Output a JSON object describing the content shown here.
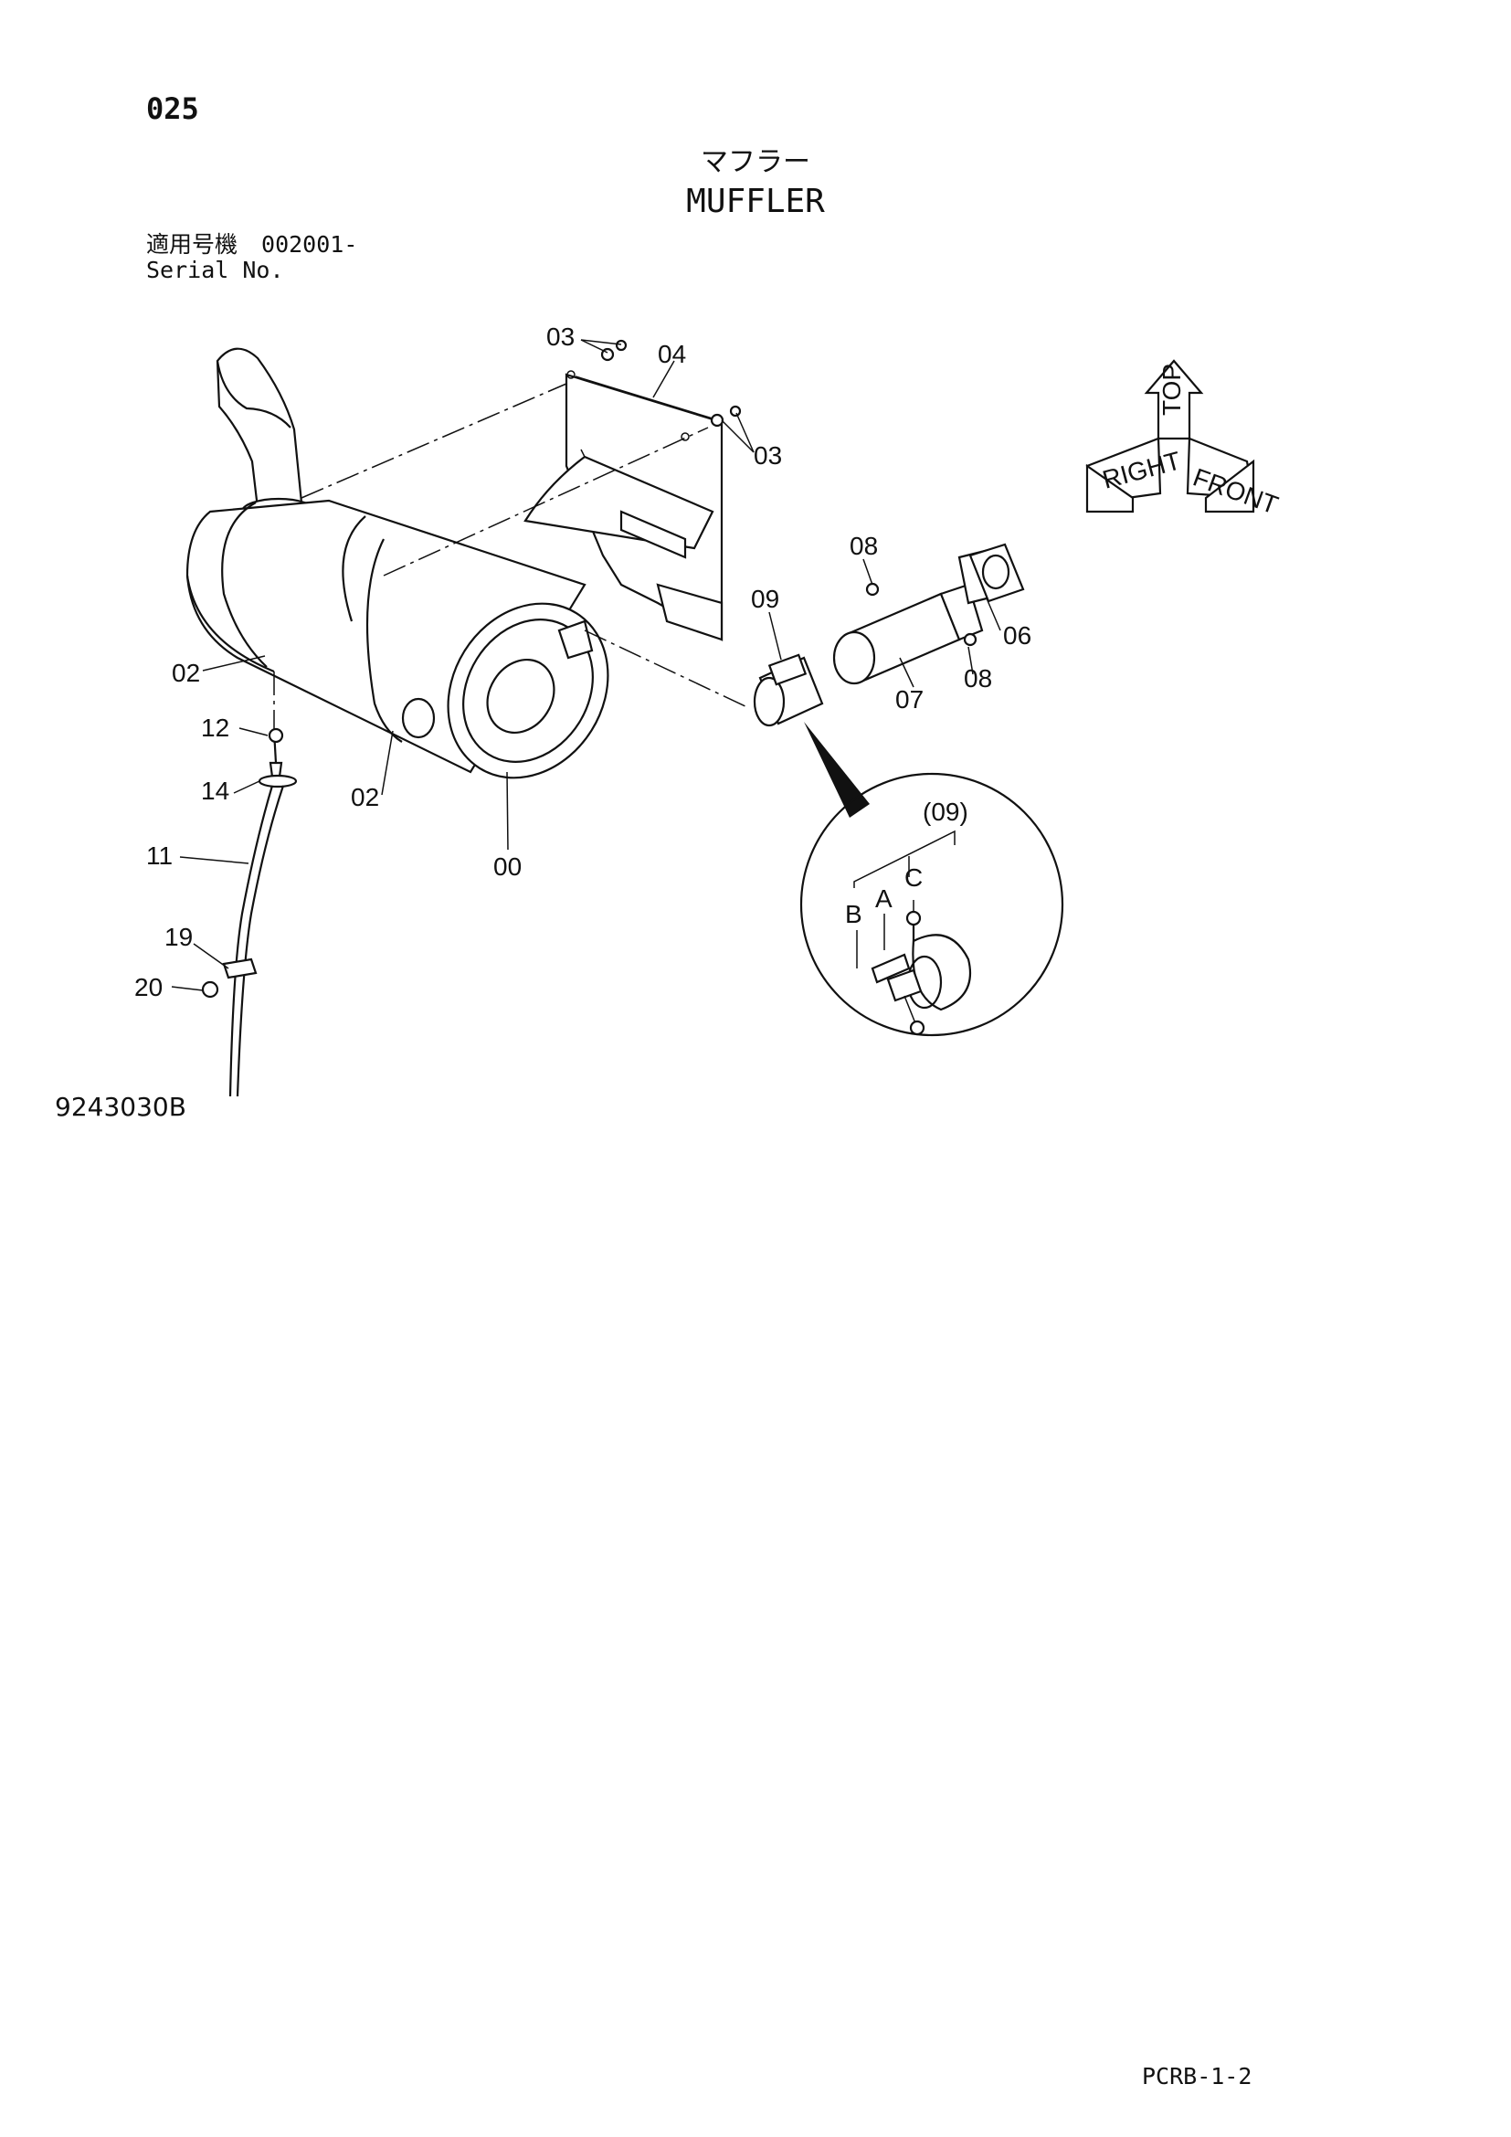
{
  "header": {
    "page_number": "025",
    "title_jp": "マフラー",
    "title_en": "MUFFLER",
    "serial_label_jp": "適用号機",
    "serial_value": "002001-",
    "serial_label_en": "Serial No."
  },
  "callouts": {
    "c00": "00",
    "c02a": "02",
    "c02b": "02",
    "c03a": "03",
    "c03b": "03",
    "c04": "04",
    "c06": "06",
    "c07": "07",
    "c08a": "08",
    "c08b": "08",
    "c09": "09",
    "c11": "11",
    "c12": "12",
    "c14": "14",
    "c19": "19",
    "c20": "20"
  },
  "detail": {
    "group_label": "(09)",
    "letter_a": "A",
    "letter_b": "B",
    "letter_c": "C"
  },
  "orientation": {
    "top": "TOP",
    "front": "FRONT",
    "right": "RIGHT"
  },
  "footer": {
    "drawing_id": "9243030B",
    "page_code": "PCRB-1-2"
  }
}
